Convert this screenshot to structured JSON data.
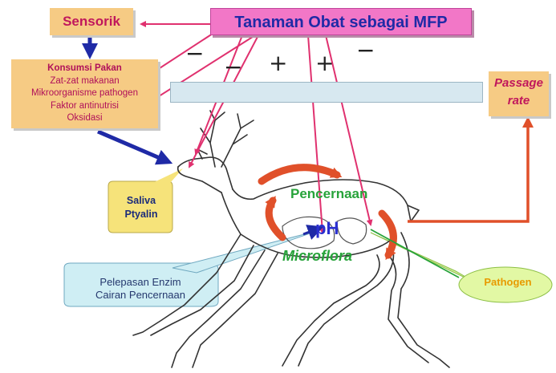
{
  "diagram": {
    "title": "Tanaman Obat sebagai MFP",
    "sensorik": "Sensorik",
    "konsumsi": {
      "title": "Konsumsi Pakan",
      "items": [
        "Zat-zat makanan",
        "Mikroorganisme pathogen",
        "Faktor antinutrisi",
        "Oksidasi"
      ]
    },
    "passage_rate": [
      "Passage",
      "rate"
    ],
    "signs": [
      "−",
      "−",
      "+",
      "+",
      "−"
    ],
    "saliva": [
      "Saliva",
      "Ptyalin"
    ],
    "pencernaan": "Pencernaan",
    "ph": "pH",
    "microflora": "Microflora",
    "enzim": [
      "Pelepasan Enzim",
      "Cairan Pencernaan"
    ],
    "pathogen": "Pathogen",
    "colors": {
      "title_bg": "#f277c7",
      "title_text": "#1f2aa6",
      "box_bg": "#f6cb84",
      "box_text": "#c0175c",
      "pink_arrow": "#e0316f",
      "blue_arrow": "#1f2aa6",
      "red_arrow": "#e0502a",
      "green_text": "#27a33a"
    }
  }
}
